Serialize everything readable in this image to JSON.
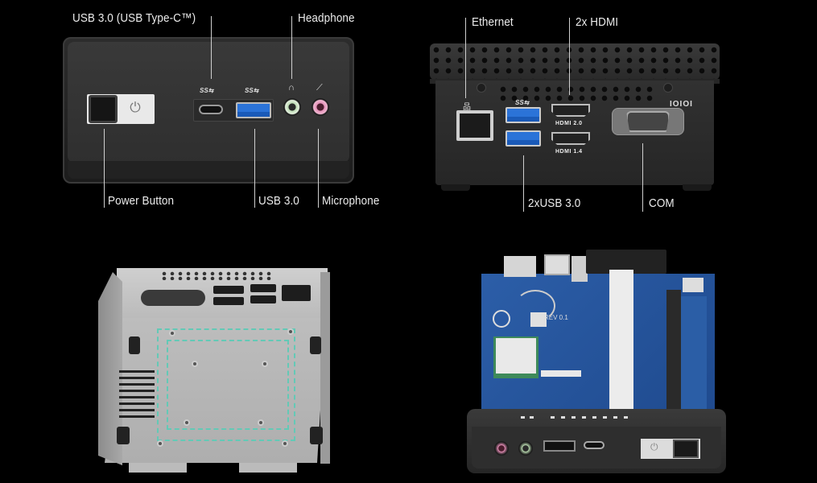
{
  "views": {
    "front_panel": {
      "labels": {
        "usb_c": "USB 3.0 (USB Type-C™)",
        "headphone": "Headphone",
        "power_button": "Power Button",
        "usb_a": "USB 3.0",
        "microphone": "Microphone"
      },
      "port_marks": {
        "superspeed": "SS⇆",
        "headphone_icon": "∩",
        "power_icon": "⏻",
        "mic_icon": "⟋"
      }
    },
    "rear_panel": {
      "labels": {
        "ethernet": "Ethernet",
        "hdmi": "2x HDMI",
        "usb": "2xUSB 3.0",
        "com": "COM"
      },
      "port_marks": {
        "hdmi_top": "HDMI 2.0",
        "hdmi_bottom": "HDMI 1.4",
        "com_icon": "IOIOI",
        "superspeed": "SS⇆",
        "network_icon": "品"
      }
    },
    "chassis": {
      "caption": ""
    },
    "open_unit": {
      "board_text": "REV 0.1"
    }
  },
  "colors": {
    "background": "#000000",
    "usb_blue": "#2b73d8",
    "vesa_outline": "#63c9b6",
    "headphone_jack": "#b9d9b0",
    "mic_jack": "#e38cb5",
    "board_blue": "#2c5ea8"
  }
}
